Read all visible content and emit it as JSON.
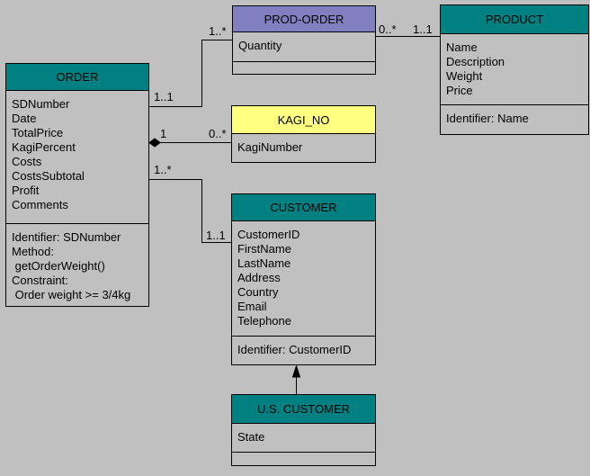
{
  "colors": {
    "canvas_background": "#c0c0c0",
    "box_body": "#c0c0c0",
    "border": "#000000",
    "teal_header": "#008080",
    "purple_header": "#8080c0",
    "yellow_header": "#ffff80"
  },
  "entities": {
    "order": {
      "title": "ORDER",
      "attributes": [
        "SDNumber",
        "Date",
        "TotalPrice",
        "KagiPercent",
        "Costs",
        "CostsSubtotal",
        "Profit",
        "Comments"
      ],
      "details": [
        "Identifier: SDNumber",
        "Method:",
        " getOrderWeight()",
        "Constraint:",
        " Order weight >= 3/4kg"
      ]
    },
    "prod_order": {
      "title": "PROD-ORDER",
      "attributes": [
        "Quantity"
      ]
    },
    "product": {
      "title": "PRODUCT",
      "attributes": [
        "Name",
        "Description",
        "Weight",
        "Price"
      ],
      "details": [
        "Identifier: Name"
      ]
    },
    "kagi_no": {
      "title": "KAGI_NO",
      "attributes": [
        "KagiNumber"
      ]
    },
    "customer": {
      "title": "CUSTOMER",
      "attributes": [
        "CustomerID",
        "FirstName",
        "LastName",
        "Address",
        "Country",
        "Email",
        "Telephone"
      ],
      "details": [
        "Identifier: CustomerID"
      ]
    },
    "us_customer": {
      "title": "U.S. CUSTOMER",
      "attributes": [
        "State"
      ]
    }
  },
  "connections": {
    "order_prodorder": {
      "near_order": "1..1",
      "near_prodorder": "1..*"
    },
    "order_kagino": {
      "near_order": "1",
      "near_kagino": "0..*",
      "order_end_glyph": "filled-diamond"
    },
    "order_customer": {
      "near_order": "1..*",
      "near_customer": "1..1"
    },
    "prodorder_product": {
      "near_prodorder": "0..*",
      "near_product": "1..1"
    },
    "uscustomer_customer": {
      "end_glyph": "solid-arrow-up"
    }
  }
}
